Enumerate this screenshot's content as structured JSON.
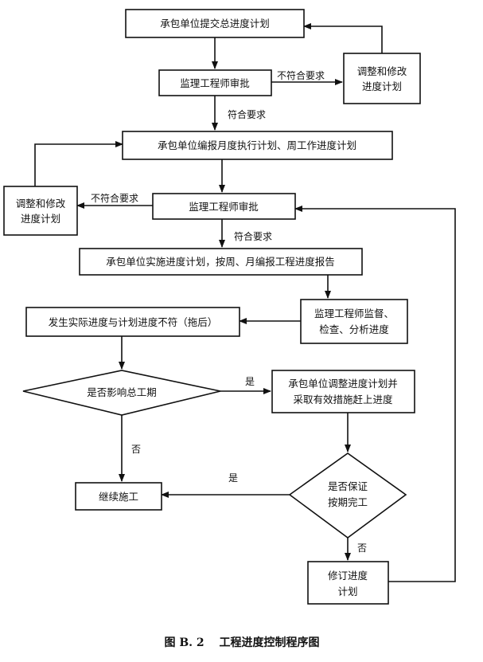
{
  "nodes": {
    "submit_plan": "承包单位提交总进度计划",
    "revise_total": [
      "调整和修改",
      "进度计划"
    ],
    "review_1": "监理工程师审批",
    "monthly_plan": "承包单位编报月度执行计划、周工作进度计划",
    "revise_monthly": [
      "调整和修改",
      "进度计划"
    ],
    "review_2": "监理工程师审批",
    "implement": "承包单位实施进度计划，按周、月编报工程进度报告",
    "monitor": [
      "监理工程师监督、",
      "检查、分析进度"
    ],
    "deviation": "发生实际进度与计划进度不符（拖后）",
    "affects_total": "是否影响总工期",
    "adjust_plan": [
      "承包单位调整进度计划并",
      "采取有效措施赶上进度"
    ],
    "continue": "继续施工",
    "on_time": [
      "是否保证",
      "按期完工"
    ],
    "revise_schedule": [
      "修订进度",
      "计划"
    ]
  },
  "labels": {
    "noncompliant_1": "不符合要求",
    "compliant_1": "符合要求",
    "noncompliant_2": "不符合要求",
    "compliant_2": "符合要求",
    "yes_1": "是",
    "no_1": "否",
    "yes_2": "是",
    "no_2": "否"
  },
  "caption": "图 B. 2　 工程进度控制程序图"
}
